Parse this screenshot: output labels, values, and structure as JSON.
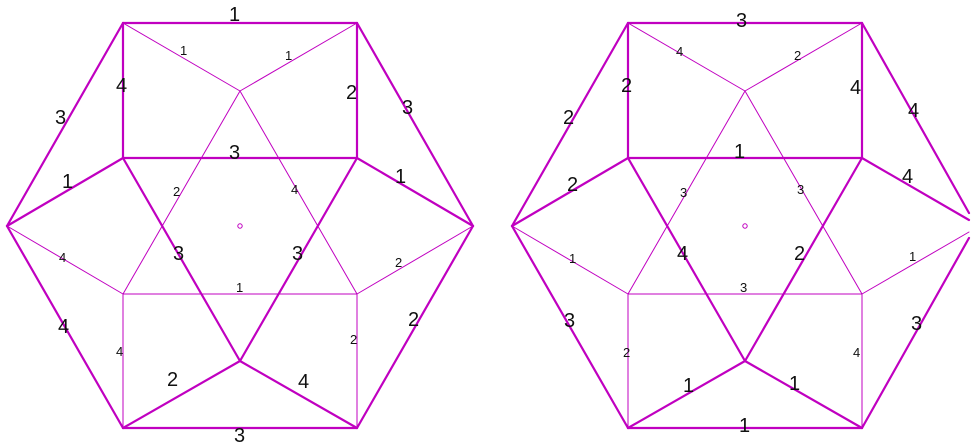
{
  "colors": {
    "edge": "#c000c0",
    "text": "#111111",
    "background": "#ffffff"
  },
  "diagrams": [
    {
      "name": "left",
      "labels": {
        "top": "1",
        "top_left_inner": "1",
        "top_right_inner": "1",
        "upper_left_outer": "3",
        "upper_right_outer": "3",
        "top_left_square": "4",
        "top_right_square": "2",
        "middle_upper_top": "3",
        "left_upper": "1",
        "right_upper": "1",
        "inner_left_upper": "2",
        "inner_right_upper": "4",
        "left_lower_thin": "4",
        "right_lower_thin": "2",
        "left_cross": "3",
        "right_cross": "3",
        "middle_lower_top": "1",
        "lower_left_outer": "4",
        "lower_right_outer": "2",
        "bottom_left_square": "4",
        "bottom_right_square": "2",
        "bottom_left_inner": "2",
        "bottom_right_inner": "4",
        "bottom": "3"
      }
    },
    {
      "name": "right",
      "labels": {
        "top": "3",
        "top_left_inner": "4",
        "top_right_inner": "2",
        "upper_left_outer": "2",
        "upper_right_outer": "4",
        "top_left_square": "2",
        "top_right_square": "4",
        "middle_upper_top": "1",
        "left_upper": "2",
        "right_upper": "4",
        "inner_left_upper": "3",
        "inner_right_upper": "3",
        "left_lower_thin": "1",
        "right_lower_thin": "1",
        "left_cross": "4",
        "right_cross": "2",
        "middle_lower_top": "3",
        "lower_left_outer": "3",
        "lower_right_outer": "3",
        "bottom_left_square": "2",
        "bottom_right_square": "4",
        "bottom_left_inner": "1",
        "bottom_right_inner": "1",
        "bottom": "1"
      }
    }
  ]
}
